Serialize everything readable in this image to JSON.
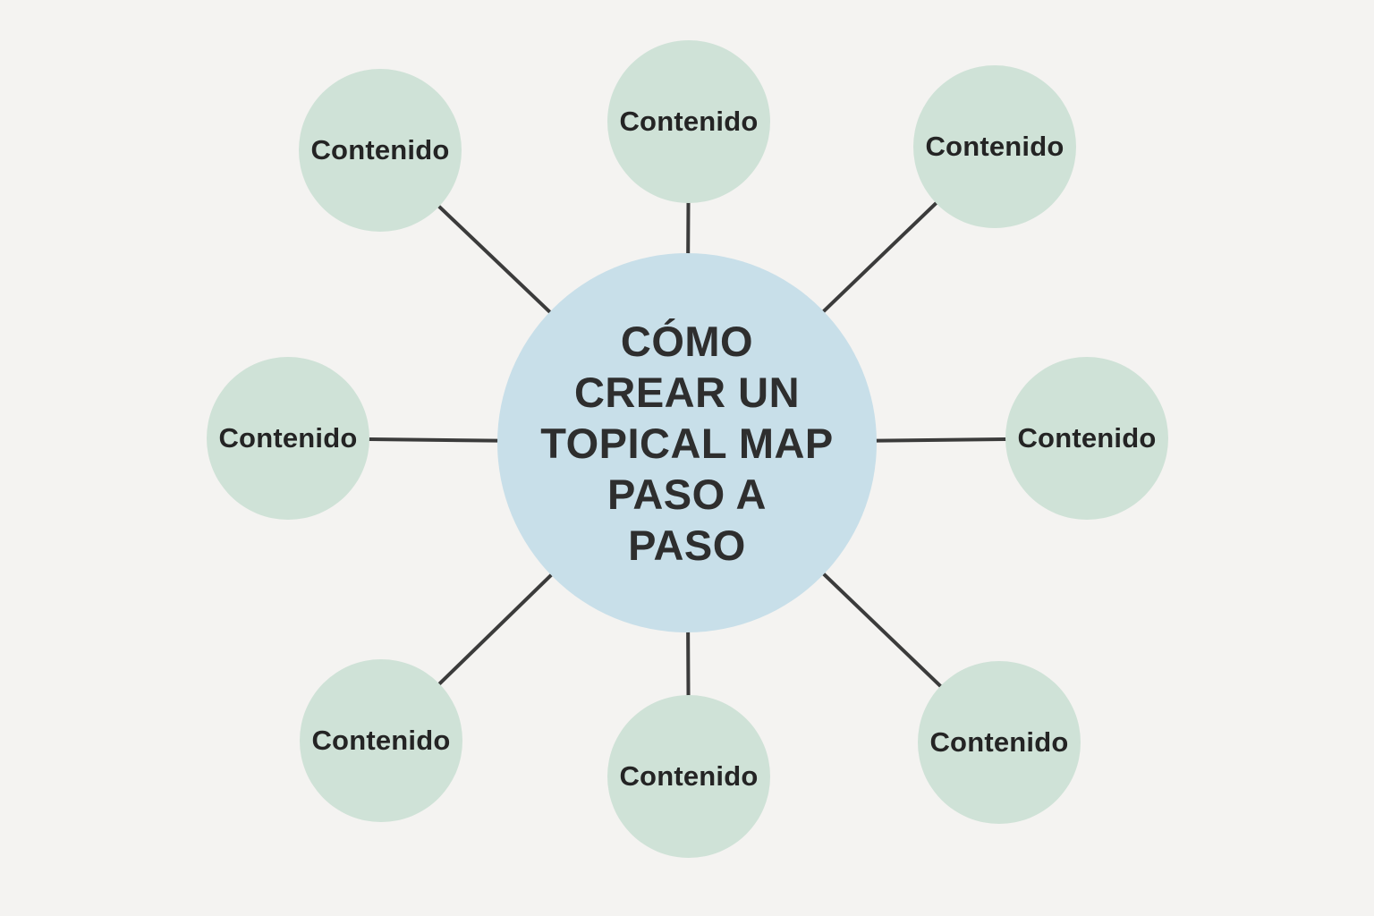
{
  "diagram": {
    "background_color": "#f4f3f1",
    "connector_color": "#3b3b3b",
    "center": {
      "title": "CÓMO CREAR UN TOPICAL MAP PASO A PASO",
      "lines": [
        "CÓMO",
        "CREAR UN",
        "TOPICAL MAP",
        "PASO A",
        "PASO"
      ],
      "fill_color": "#c8dfe9",
      "text_color": "#2e2e2e"
    },
    "node_fill_color": "#cfe2d7",
    "node_text_color": "#242424",
    "nodes": [
      {
        "label": "Contenido",
        "position": "top-left"
      },
      {
        "label": "Contenido",
        "position": "top"
      },
      {
        "label": "Contenido",
        "position": "top-right"
      },
      {
        "label": "Contenido",
        "position": "left"
      },
      {
        "label": "Contenido",
        "position": "right"
      },
      {
        "label": "Contenido",
        "position": "bottom-left"
      },
      {
        "label": "Contenido",
        "position": "bottom"
      },
      {
        "label": "Contenido",
        "position": "bottom-right"
      }
    ]
  }
}
